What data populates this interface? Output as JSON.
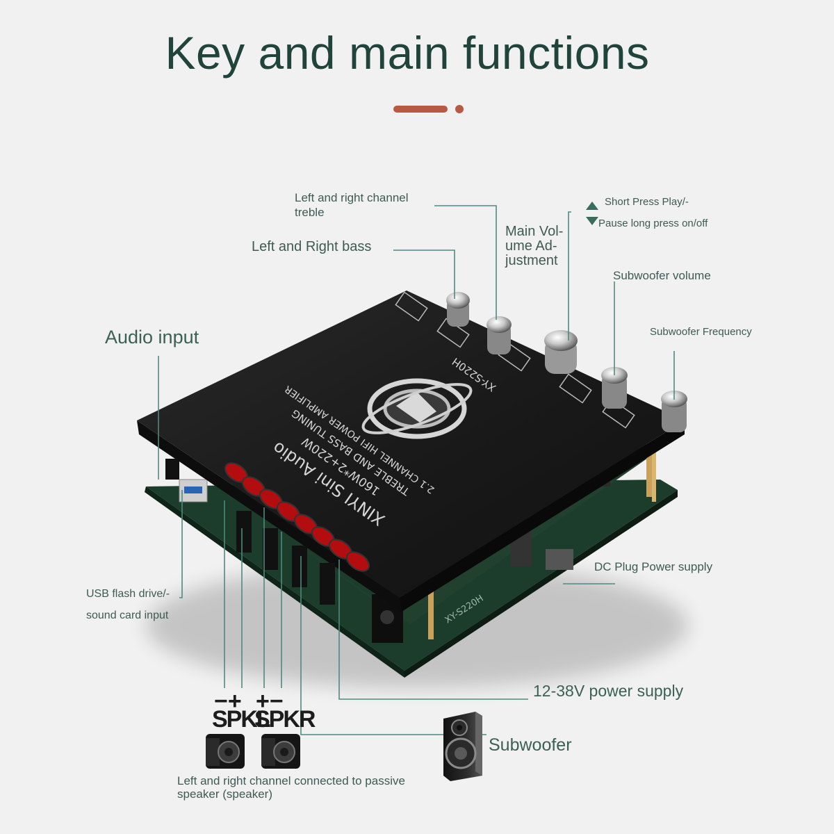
{
  "title": "Key and main functions",
  "colors": {
    "title": "#20433a",
    "accent": "#b65a43",
    "label": "#3d5b52",
    "leader_line": "#4f8a7d",
    "board": "#1b1b1b",
    "pcb": "#1e3a2a"
  },
  "board": {
    "line1": "XINYI Sini Audio",
    "line2": "160W*2+220W",
    "line3": "TREBLE AND BASS TUNING",
    "line4": "2.1 CHANNEL HIFI POWER AMPLIFIER",
    "model": "XY-S220H",
    "pcb_model": "XY-S220H"
  },
  "labels": {
    "treble": [
      "Left and right channel",
      "treble"
    ],
    "bass": "Left and Right bass",
    "main_volume": [
      "Main Vol-",
      "ume Ad-",
      "justment"
    ],
    "play_pause": [
      "Short Press Play/-",
      "Pause long press on/off"
    ],
    "sub_volume": "Subwoofer volume",
    "sub_frequency": "Subwoofer Frequency",
    "audio_input": "Audio input",
    "usb_input": [
      "USB flash drive/-",
      "sound card input"
    ],
    "dc_plug": "DC Plug Power supply",
    "power_supply": "12-38V power supply",
    "subwoofer": "Subwoofer",
    "spkl": "SPKL",
    "spkr": "SPKR",
    "spkl_signs": "−+",
    "spkr_signs": "+−",
    "passive_speaker": [
      "Left and right channel connected to passive",
      "speaker (speaker)"
    ]
  }
}
